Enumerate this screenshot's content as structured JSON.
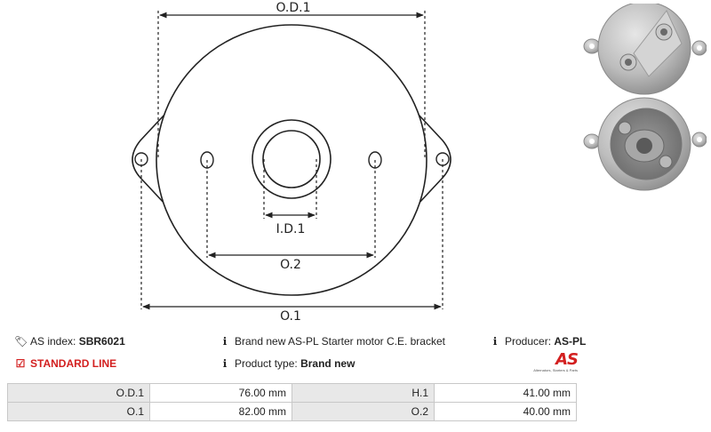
{
  "diagram": {
    "od1_label": "O.D.1",
    "id1_label": "I.D.1",
    "o2_label": "O.2",
    "o1_label": "O.1"
  },
  "info": {
    "as_index_label": "AS index:",
    "as_index_value": "SBR6021",
    "standard_line": "STANDARD LINE",
    "description": "Brand new AS-PL Starter motor C.E. bracket",
    "product_type_label": "Product type:",
    "product_type_value": "Brand new",
    "producer_label": "Producer:",
    "producer_value": "AS-PL"
  },
  "logo": {
    "mark": "AS",
    "tagline": "Alternators, Starters & Parts"
  },
  "specs": [
    {
      "k1": "O.D.1",
      "v1": "76.00 mm",
      "k2": "H.1",
      "v2": "41.00 mm"
    },
    {
      "k1": "O.1",
      "v1": "82.00 mm",
      "k2": "O.2",
      "v2": "40.00 mm"
    }
  ],
  "colors": {
    "accent_red": "#d32020",
    "table_key_bg": "#e8e8e8",
    "line": "#222222"
  }
}
